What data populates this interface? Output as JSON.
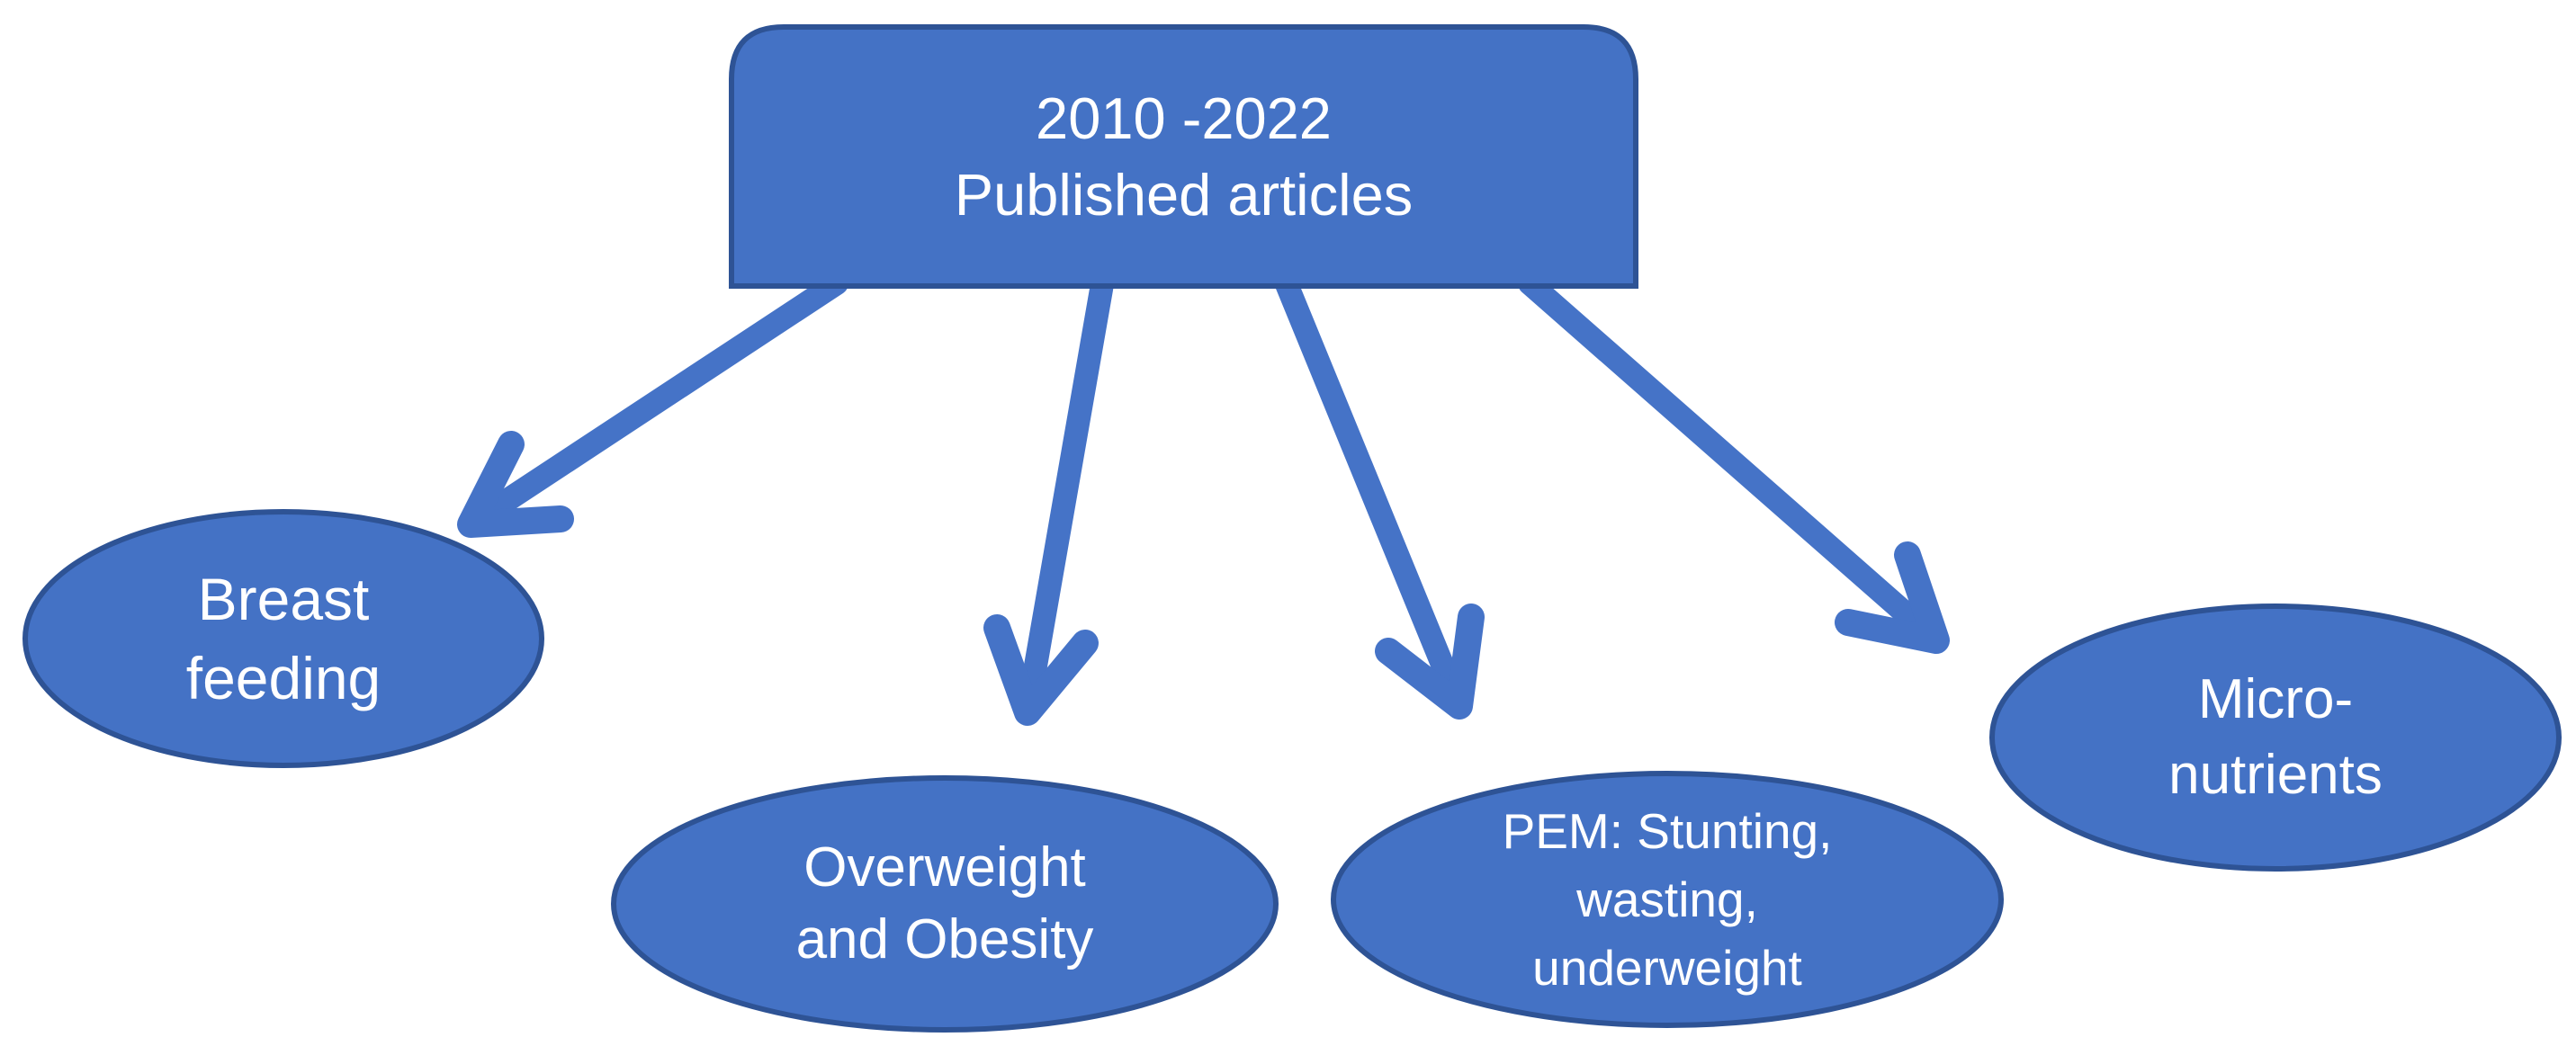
{
  "diagram": {
    "colors": {
      "node_fill": "#4472C5",
      "node_border": "#2E5395",
      "arrow": "#4573C7",
      "text_color": "#FFFFFF",
      "background": "#FFFFFF"
    },
    "root": {
      "lines": [
        "2010 -2022",
        "Published articles"
      ]
    },
    "nodes": [
      {
        "id": "breast-feeding",
        "lines": [
          "Breast",
          "feeding"
        ]
      },
      {
        "id": "overweight-obesity",
        "lines": [
          "Overweight",
          "and Obesity"
        ]
      },
      {
        "id": "pem",
        "lines": [
          "PEM: Stunting,",
          "wasting,",
          "underweight"
        ]
      },
      {
        "id": "micronutrients",
        "lines": [
          "Micro-",
          "nutrients"
        ]
      }
    ]
  }
}
